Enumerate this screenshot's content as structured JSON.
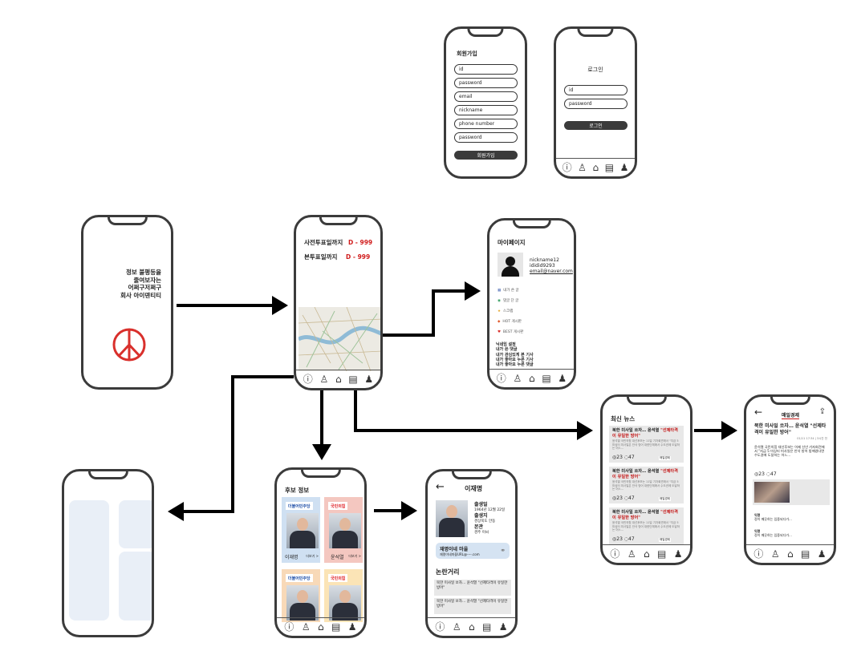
{
  "signup": {
    "title": "회원가입",
    "fields": [
      "id",
      "password",
      "email",
      "nickname",
      "phone number",
      "password"
    ],
    "button": "회원가입"
  },
  "login": {
    "title": "로그인",
    "fields": [
      "id",
      "password"
    ],
    "button": "로그인"
  },
  "splash": {
    "lines": [
      "정보 불평등을",
      "줄여보자는",
      "어쩌구저쩌구",
      "회사 아이덴티티"
    ]
  },
  "home": {
    "early_label": "사전투표일까지",
    "early_dday": "D - 999",
    "main_label": "본투표일까지",
    "main_dday": "D - 999"
  },
  "mypage": {
    "title": "마이페이지",
    "nickname": "nickname12",
    "userid": "ididid9293",
    "email": "email@naver.com",
    "menu": [
      "내가 쓴 글",
      "댓글 단 글",
      "스크랩",
      "HOT 게시판",
      "BEST 게시판"
    ],
    "links": [
      "닉네임 설정",
      "내가 쓴 댓글",
      "내가 관심있게 본 기사",
      "내가 좋아요 누른 기사",
      "내가 좋아요 누른 댓글"
    ]
  },
  "candidates": {
    "title": "후보 정보",
    "items": [
      {
        "party": "더불어민주당",
        "party_color": "#1f4fa8",
        "bg": "#cfe0f2",
        "name": "이재명",
        "more": "더보기 >"
      },
      {
        "party": "국민의힘",
        "party_color": "#e0262b",
        "bg": "#f4c7c0",
        "name": "윤석열",
        "more": "더보기 >"
      },
      {
        "party": "더불어민주당",
        "party_color": "#1f4fa8",
        "bg": "#f8d9b8",
        "name": "",
        "more": ""
      },
      {
        "party": "국민의힘",
        "party_color": "#e0262b",
        "bg": "#fbe4b6",
        "name": "",
        "more": ""
      }
    ]
  },
  "detail": {
    "back": "←",
    "name": "이재명",
    "birth_label": "출생일",
    "birth": "1964년 12월 22일",
    "birthplace_label": "출생지",
    "birthplace": "경상북도 안동",
    "origin_label": "본관",
    "origin": "경주 이씨",
    "camp_title": "재명이네 마을",
    "camp_url": "재명이네마을URL@----.com",
    "controversy_title": "논란거리",
    "controversies": [
      "북한 미사일 쏘자… 윤석열 \"선제타격이 유일한 방어\"",
      "북한 미사일 쏘자… 윤석열 \"선제타격이 유일한 방어\""
    ]
  },
  "news": {
    "title": "최신 뉴스",
    "headline_a": "북한 미사일 쏘자… 윤석열 ",
    "headline_b": "\"선제타격이 유일한 방어\"",
    "body": "윤석열 국민의힘 대선후보는 11일 기자회견에서 \"지금 5 미싱터 미사일은 안삭 방어 대한단체에서 수도권에 도달하는 어느...",
    "likes": "23",
    "comments": "47",
    "press": "매일경제"
  },
  "article": {
    "back": "←",
    "press": "매일경제",
    "headline": "북한 미사일 쏘자… 윤석열 \"선제타격이 유일한 방어\"",
    "time": "01/11 17:34 | 3시간 전",
    "body": "윤석열 국민의힘 대선후보는 어제 신년 기자회견에서 \"지금 5 미싱터 미사일은 안삭 방어 밥에였다면 수도권에 도달하는 어느...",
    "likes": "23",
    "comments": "47",
    "comment_user": "익명",
    "comment_text": "정이 깨끗하는 입중되다가..."
  },
  "tabbar_icons": [
    "info-icon",
    "candidate-icon",
    "home-icon",
    "news-icon",
    "user-icon"
  ]
}
